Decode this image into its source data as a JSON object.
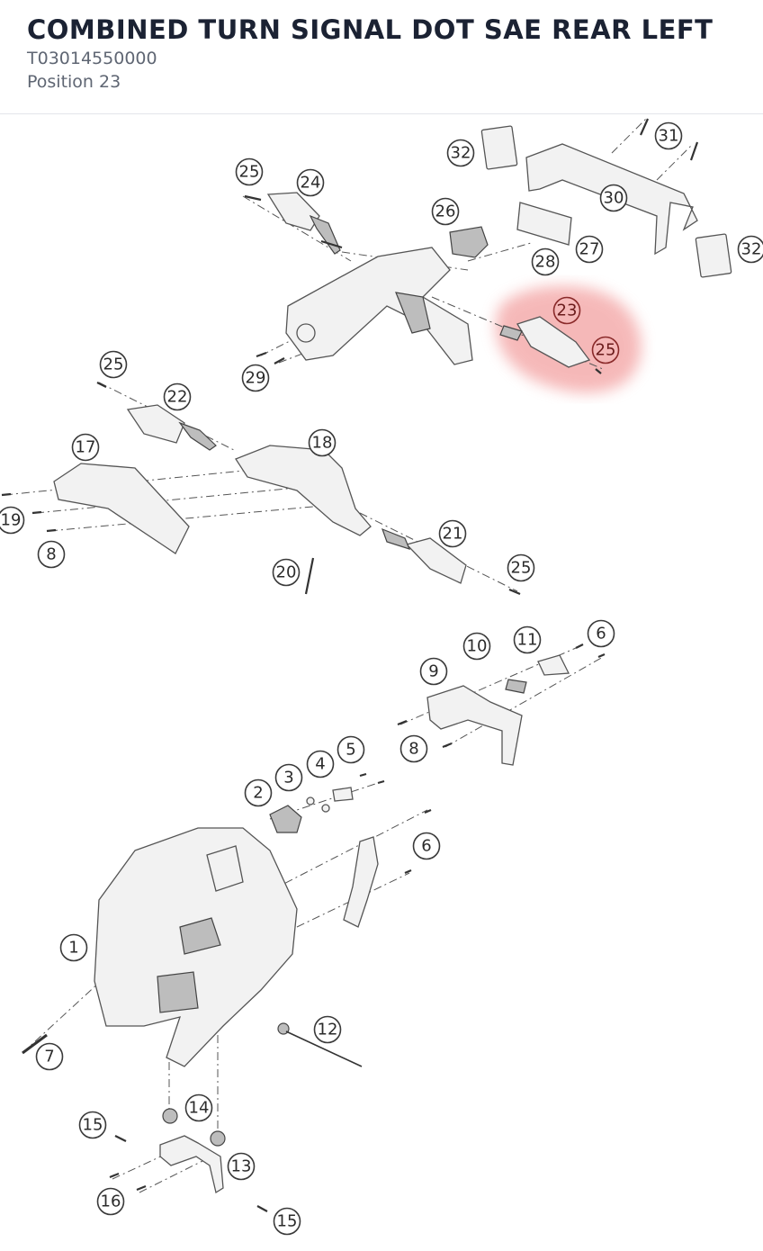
{
  "part": {
    "title": "COMBINED TURN SIGNAL DOT SAE REAR LEFT",
    "number": "T03014550000",
    "position": "Position 23"
  },
  "diagram": {
    "highlight_color": "#f08a8a",
    "selected_callout": "23",
    "callouts": [
      "32",
      "31",
      "30",
      "25",
      "24",
      "26",
      "27",
      "28",
      "32",
      "23",
      "25",
      "29",
      "25",
      "22",
      "17",
      "18",
      "19",
      "8",
      "21",
      "25",
      "20",
      "10",
      "11",
      "6",
      "9",
      "8",
      "5",
      "4",
      "3",
      "2",
      "6",
      "1",
      "12",
      "7",
      "14",
      "15",
      "13",
      "16",
      "15"
    ]
  }
}
